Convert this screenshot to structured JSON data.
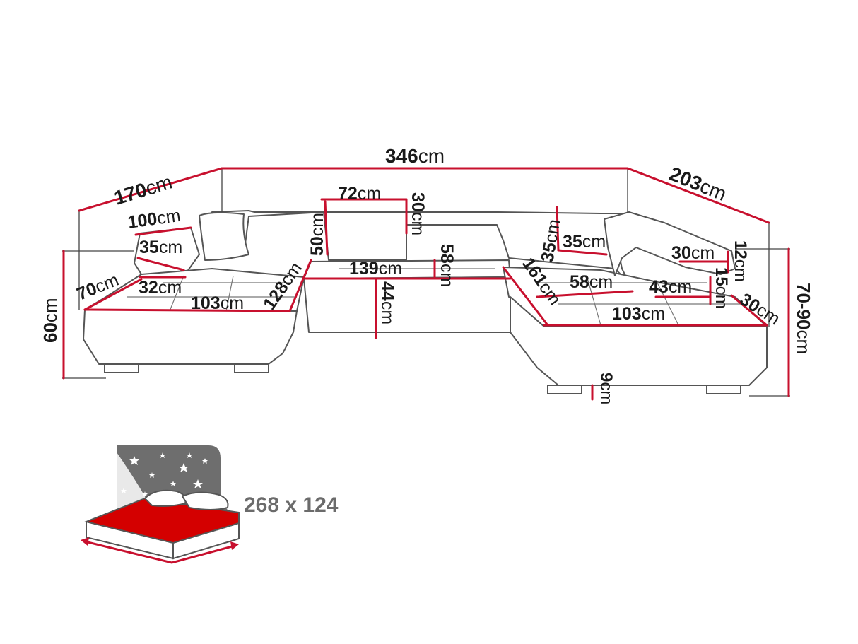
{
  "dimensions": {
    "overall_width": {
      "value": "346",
      "unit": "cm"
    },
    "left_depth": {
      "value": "170",
      "unit": "cm"
    },
    "right_depth": {
      "value": "203",
      "unit": "cm"
    },
    "left_height": {
      "value": "60",
      "unit": "cm"
    },
    "right_height": {
      "value": "70-90",
      "unit": "cm"
    },
    "left_armrest_length": {
      "value": "100",
      "unit": "cm"
    },
    "left_armrest_width": {
      "value": "35",
      "unit": "cm"
    },
    "left_seat_width": {
      "value": "70",
      "unit": "cm"
    },
    "left_arm_top": {
      "value": "32",
      "unit": "cm"
    },
    "left_seat_length": {
      "value": "103",
      "unit": "cm"
    },
    "left_diagonal": {
      "value": "128",
      "unit": "cm"
    },
    "headrest_width": {
      "value": "72",
      "unit": "cm"
    },
    "headrest_height": {
      "value": "30",
      "unit": "cm"
    },
    "back_height": {
      "value": "50",
      "unit": "cm"
    },
    "middle_seat_width": {
      "value": "139",
      "unit": "cm"
    },
    "middle_seat_depth": {
      "value": "58",
      "unit": "cm"
    },
    "seat_height": {
      "value": "44",
      "unit": "cm"
    },
    "right_back_height": {
      "value": "35",
      "unit": "cm"
    },
    "right_back_depth": {
      "value": "35",
      "unit": "cm"
    },
    "right_diagonal": {
      "value": "161",
      "unit": "cm"
    },
    "right_seat_depth": {
      "value": "58",
      "unit": "cm"
    },
    "right_arm_width": {
      "value": "30",
      "unit": "cm"
    },
    "right_arm_height_a": {
      "value": "12",
      "unit": "cm"
    },
    "right_arm_height_b": {
      "value": "15",
      "unit": "cm"
    },
    "right_arm_length": {
      "value": "43",
      "unit": "cm"
    },
    "right_seat_length": {
      "value": "103",
      "unit": "cm"
    },
    "right_arm_side": {
      "value": "30",
      "unit": "cm"
    },
    "leg_height": {
      "value": "9",
      "unit": "cm"
    }
  },
  "sleeping_area": {
    "label": "268 x 124"
  },
  "colors": {
    "dimension_line": "#c8102e",
    "outline": "#555555",
    "mattress": "#d40000",
    "night_panel": "#6e6e6e"
  }
}
